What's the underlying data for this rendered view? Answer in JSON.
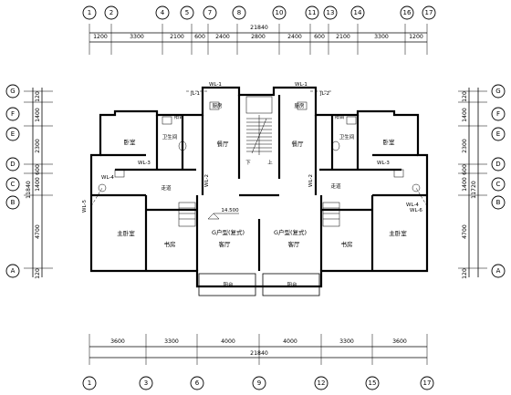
{
  "axes_top": [
    "1",
    "2",
    "4",
    "5",
    "7",
    "8",
    "10",
    "11",
    "13",
    "14",
    "16",
    "17"
  ],
  "axes_bottom": [
    "1",
    "3",
    "6",
    "9",
    "12",
    "15",
    "17"
  ],
  "axes_side": [
    "G",
    "F",
    "E",
    "D",
    "C",
    "B",
    "A"
  ],
  "dims": {
    "top_total": "21840",
    "top_segments": [
      "1200",
      "3300",
      "2100",
      "600",
      "2400",
      "2800",
      "2400",
      "600",
      "2100",
      "3300",
      "1200"
    ],
    "bottom_total": "21840",
    "bottom_segments": [
      "3600",
      "3300",
      "4000",
      "4000",
      "3300",
      "3600"
    ],
    "left_total": "11840",
    "left_segments": [
      "120",
      "1400",
      "2300",
      "600",
      "1400",
      "4700",
      "120"
    ],
    "right_total": "11720",
    "right_segments": [
      "120",
      "1400",
      "2300",
      "600",
      "1400",
      "4700",
      "120"
    ]
  },
  "rooms": {
    "bedroom_left": "卧室",
    "bedroom_right": "卧室",
    "dining_left": "餐厅",
    "dining_right": "餐厅",
    "balcony_left_top": "阳台",
    "balcony_right_top": "阳台",
    "toilet_left": "卫生间",
    "toilet_right": "卫生间",
    "kitchen_left": "厨房",
    "kitchen_right": "厨房",
    "corridor_left": "走道",
    "corridor_right": "走道",
    "master_left": "主卧室",
    "master_right": "主卧室",
    "study_left": "书房",
    "study_right": "书房",
    "unit_left": "G户型(复式)",
    "unit_right": "G户型(复式)",
    "living_left": "客厅",
    "living_right": "客厅",
    "balcony_left_bottom": "阳台",
    "balcony_right_bottom": "阳台",
    "stair_down": "下",
    "stair_up": "上"
  },
  "elevation": "14.500",
  "tags": {
    "wl1_left": "WL-1",
    "wl1_right": "WL-1",
    "wl2_left": "WL-2",
    "wl2_right": "WL-2",
    "jl1_left": "JL-1",
    "jl2_right": "JL-2",
    "wl3_left": "WL-3",
    "wl3_right": "WL-3",
    "wl4_left": "WL-4",
    "wl4_right": "WL-4",
    "wl5_left": "WL-5",
    "wl6_right": "WL-6"
  }
}
